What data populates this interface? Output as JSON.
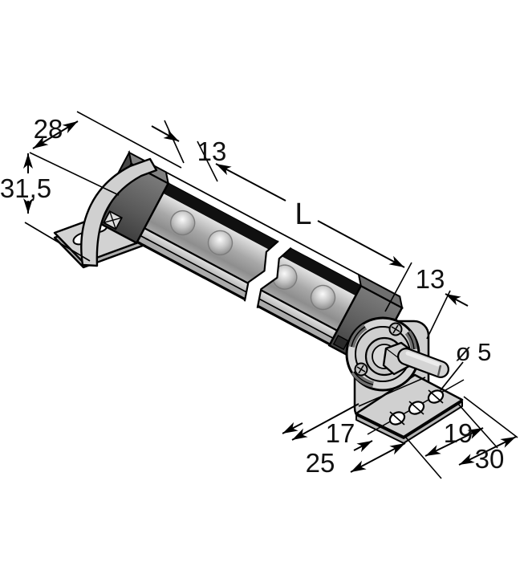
{
  "drawing": {
    "labels": {
      "bracket_width": "28",
      "bracket_height": "31,5",
      "offset_left": "13",
      "length": "L",
      "offset_right": "13",
      "hole_diameter": "ø 5",
      "dim_17": "17",
      "dim_25": "25",
      "dim_19": "19",
      "dim_30": "30"
    },
    "colors": {
      "outline": "#000000",
      "background": "#ffffff",
      "housing_light": "#e2e2e2",
      "housing_mid": "#a0a0a0",
      "end_cap_dark": "#5c5c5c",
      "bracket_gray": "#d2d2d2",
      "led_highlight": "#f6f6f6"
    }
  }
}
